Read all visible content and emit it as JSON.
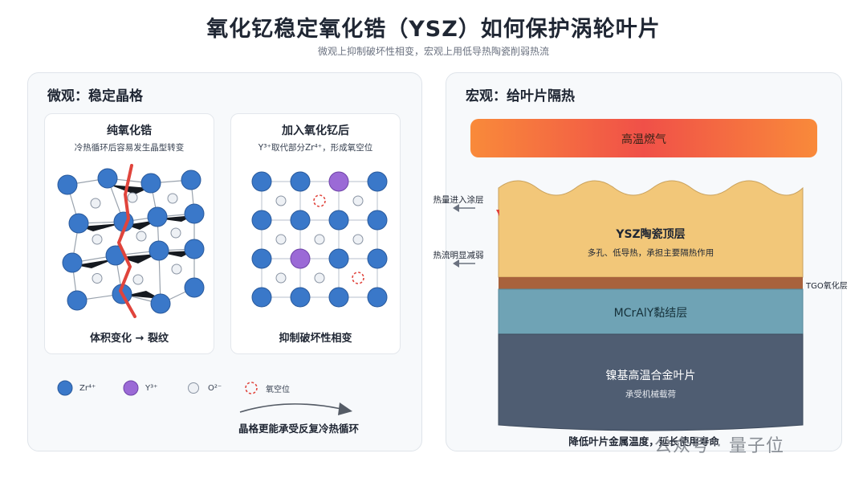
{
  "header": {
    "title": "氧化钇稳定氧化锆（YSZ）如何保护涡轮叶片",
    "subtitle": "微观上抑制破坏性相变，宏观上用低导热陶瓷削弱热流"
  },
  "micro": {
    "title": "微观：稳定晶格",
    "pure": {
      "title": "纯氧化锆",
      "subtitle": "冷热循环后容易发生晶型转变",
      "footer": "体积变化 → 裂纹"
    },
    "doped": {
      "title": "加入氧化钇后",
      "subtitle": "Y³⁺取代部分Zr⁴⁺，形成氧空位",
      "footer": "抑制破坏性相变"
    },
    "legend": [
      {
        "label": "Zr⁴⁺",
        "kind": "zr"
      },
      {
        "label": "Y³⁺",
        "kind": "y"
      },
      {
        "label": "O²⁻",
        "kind": "o"
      },
      {
        "label": "氧空位",
        "kind": "vac"
      }
    ],
    "caption": "晶格更能承受反复冷热循环"
  },
  "macro": {
    "title": "宏观：给叶片隔热",
    "gas": "高温燃气",
    "heat_in": "热量进入涂层",
    "heat_reduced": "热流明显减弱",
    "ysz_title": "YSZ陶瓷顶层",
    "ysz_desc": "多孔、低导热，承担主要隔热作用",
    "tgo": "TGO氧化层",
    "bond": "MCrAlY黏结层",
    "alloy_title": "镍基高温合金叶片",
    "alloy_desc": "承受机械载荷",
    "footer": "降低叶片金属温度，延长使用寿命"
  },
  "colors": {
    "zr": "#3a78c9",
    "y": "#9b6ad6",
    "o": "#eef1f5",
    "crack": "#e0443c",
    "gas_start": "#f57e3c",
    "gas_end": "#f05a4a",
    "ysz": "#f2c779",
    "tgo": "#a8623c",
    "bond": "#6fa3b5",
    "alloy": "#4f5d72"
  },
  "watermark": "公众号 · 量子位"
}
